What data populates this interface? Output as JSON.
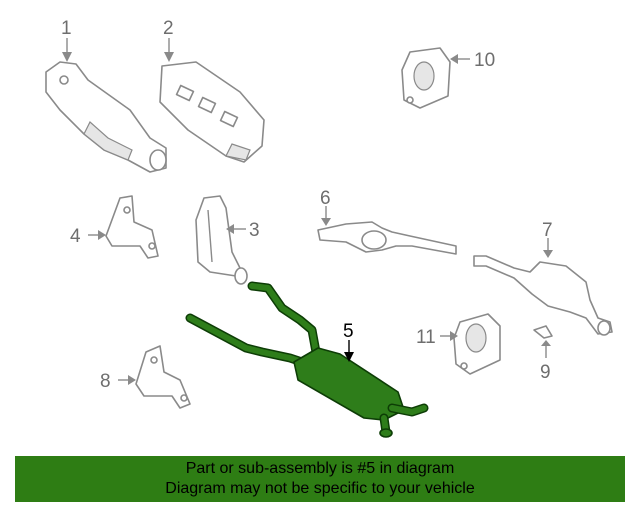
{
  "diagram": {
    "callouts": {
      "c1": "1",
      "c2": "2",
      "c3": "3",
      "c4": "4",
      "c5": "5",
      "c6": "6",
      "c7": "7",
      "c8": "8",
      "c9": "9",
      "c10": "10",
      "c11": "11"
    },
    "highlight_color": "#2e7d1a",
    "highlighted_part": "5"
  },
  "banner": {
    "line1": "Part or sub-assembly is #5 in diagram",
    "line2": "Diagram may not be specific to your vehicle",
    "background": "#2e7d14"
  }
}
